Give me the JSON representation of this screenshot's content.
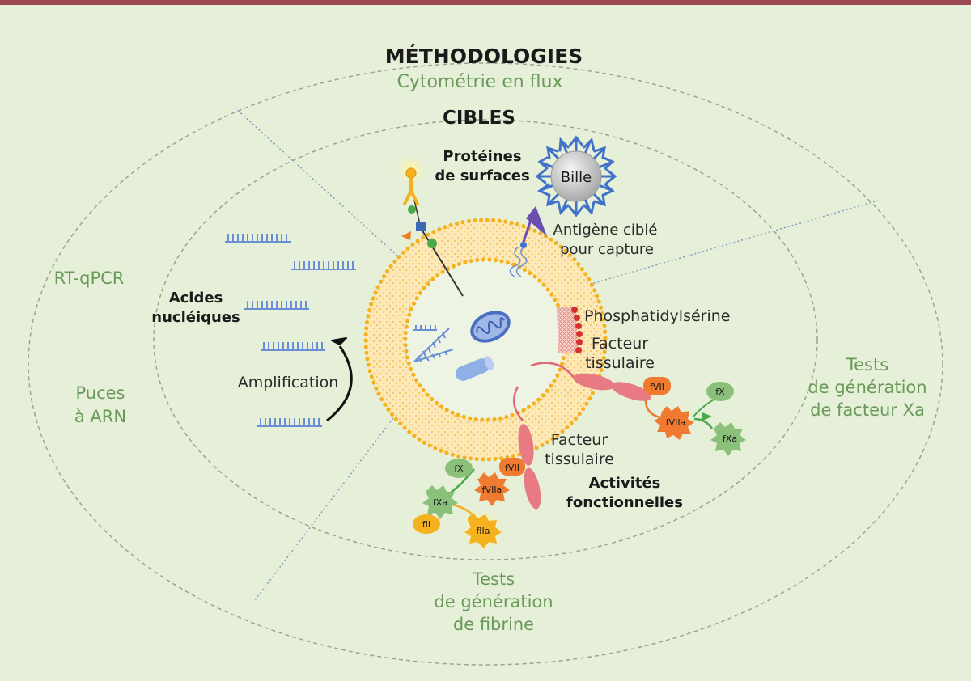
{
  "methodologies": {
    "title": "MÉTHODOLOGIES",
    "flow_cytometry": "Cytométrie en flux",
    "rt_qpcr": "RT-qPCR",
    "rna_chips": [
      "Puces",
      "à ARN"
    ],
    "xa_generation_tests": [
      "Tests",
      "de génération",
      "de facteur Xa"
    ],
    "fibrin_generation_tests": [
      "Tests",
      "de génération",
      "de fibrine"
    ]
  },
  "targets": {
    "title": "CIBLES",
    "surface_proteins": [
      "Protéines",
      "de surfaces"
    ],
    "nucleic_acids": [
      "Acides",
      "nucléiques"
    ],
    "functional_activities": [
      "Activités",
      "fonctionnelles"
    ]
  },
  "labels": {
    "bead": "Bille",
    "captured_antigen": [
      "Antigène ciblé",
      "pour capture"
    ],
    "phosphatidylserine": "Phosphatidylsérine",
    "tissue_factor_1": [
      "Facteur",
      "tissulaire"
    ],
    "tissue_factor_2": [
      "Facteur",
      "tissulaire"
    ],
    "amplification": "Amplification"
  },
  "factors": {
    "fvii_right": "fVII",
    "fviia_right": "fVIIa",
    "fx_right": "fX",
    "fxa_right": "fXa",
    "fvii_bottom": "fVII",
    "fviia_bottom": "fVIIa",
    "fx_bottom": "fX",
    "fxa_bottom": "fXa",
    "fii": "fII",
    "fiia": "fIIa"
  },
  "colors": {
    "background": "#e6efd8",
    "top_bar": "#9b4a55",
    "membrane": "#f5b21e",
    "green_text": "#6a9a5a",
    "receptor": "#e06878",
    "dna": "#6a8fd6"
  }
}
